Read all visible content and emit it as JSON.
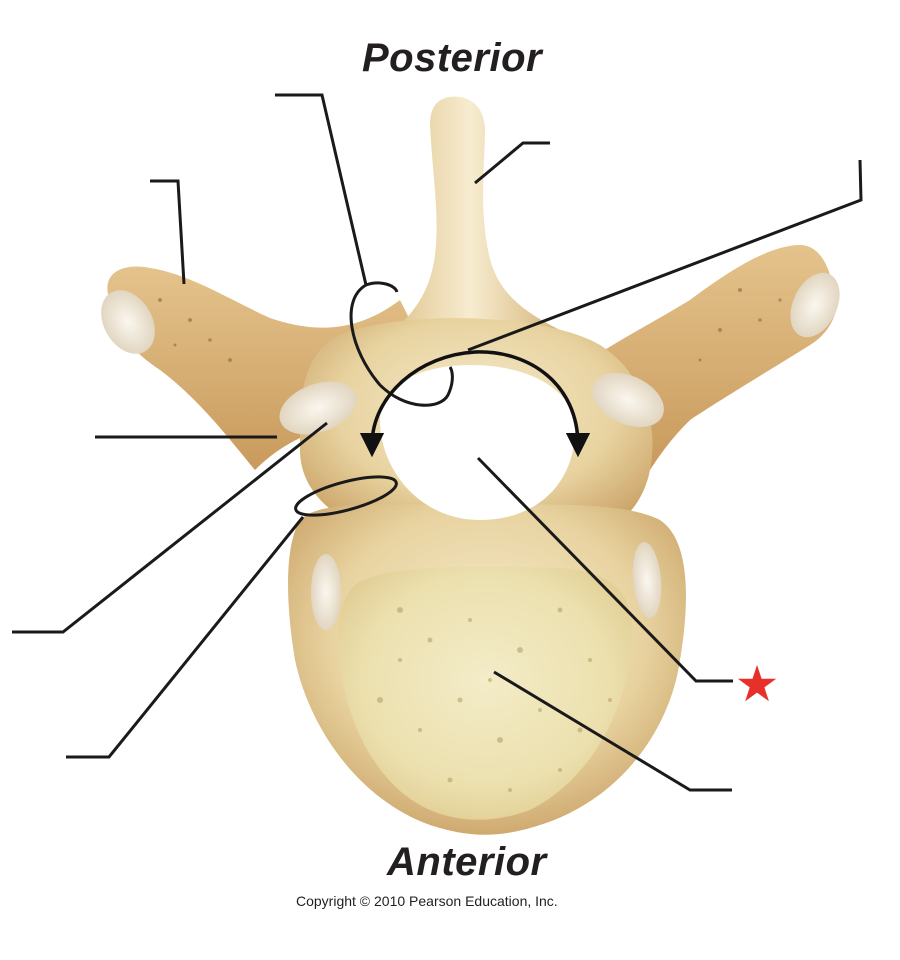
{
  "diagram": {
    "title_top": "Posterior",
    "title_bottom": "Anterior",
    "copyright": "Copyright © 2010 Pearson Education, Inc.",
    "subject": "Typical vertebra, superior view",
    "marker": {
      "icon": "star-icon",
      "glyph": "★",
      "color": "#e8302a"
    },
    "colors": {
      "bone_light": "#f4e6c2",
      "bone_mid": "#e6cf9a",
      "bone_dark": "#c9a36a",
      "cartilage": "#efe7d8",
      "body_spongy": "#f1e7bd",
      "leader_line": "#1a1a1a"
    },
    "label_lines": [
      {
        "id": "spinous-process",
        "target": "spinous process tip",
        "end": [
          548,
          143
        ]
      },
      {
        "id": "lamina",
        "target": "lamina (loop)",
        "end": [
          275,
          95
        ]
      },
      {
        "id": "transverse-process-left",
        "target": "left transverse process",
        "end": [
          150,
          181
        ]
      },
      {
        "id": "vertebral-arch",
        "target": "vertebral arch (arrow)",
        "end": [
          860,
          160
        ]
      },
      {
        "id": "superior-articular-process",
        "target": "superior articular facet",
        "end": [
          95,
          437
        ]
      },
      {
        "id": "pedicle",
        "target": "pedicle",
        "end": [
          12,
          632
        ]
      },
      {
        "id": "pedicle-loop",
        "target": "pedicle (loop)",
        "end": [
          66,
          757
        ]
      },
      {
        "id": "vertebral-foramen",
        "target": "vertebral foramen (starred)",
        "end": [
          730,
          680
        ]
      },
      {
        "id": "vertebral-body",
        "target": "vertebral body",
        "end": [
          730,
          790
        ]
      }
    ]
  }
}
